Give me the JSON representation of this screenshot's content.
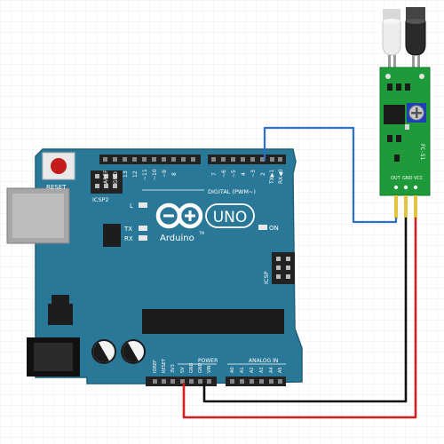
{
  "board": {
    "reset_label": "RESET",
    "icsp2_label": "ICSP2",
    "icsp_label": "ICSP",
    "digital_label": "DIGITAL (PWM~)",
    "aref_label": "AREF",
    "gnd_label": "GND",
    "pin13": "13",
    "pin12": "12",
    "pin11": "~11",
    "pin10": "~10",
    "pin9": "~9",
    "pin8": "8",
    "pin7": "7",
    "pin6": "~6",
    "pin5": "~5",
    "pin4": "4",
    "pin3": "~3",
    "pin2": "2",
    "tx_pin": "TX▶1",
    "rx_pin": "RX◀0",
    "led_l": "L",
    "led_tx": "TX",
    "led_rx": "RX",
    "brand": "Arduino",
    "tm": "TM",
    "model": "UNO",
    "on_label": "ON",
    "power_label": "POWER",
    "analog_label": "ANALOG IN",
    "power_pins": [
      "IOREF",
      "RESET",
      "3V3",
      "5V",
      "GND",
      "GND",
      "VIN"
    ],
    "analog_pins": [
      "A0",
      "A1",
      "A2",
      "A3",
      "A4",
      "A5"
    ]
  },
  "sensor": {
    "model_label": "FC-51",
    "pins": [
      "OUT",
      "GND",
      "VCC"
    ]
  },
  "colors": {
    "board": "#2a7897",
    "board_dark": "#1e5f79",
    "module": "#1f9a3a",
    "wire_signal": "#2a6fcf",
    "wire_vcc": "#d21f1f",
    "wire_gnd": "#111111",
    "header": "#222222",
    "pin_gold": "#e3c440"
  }
}
